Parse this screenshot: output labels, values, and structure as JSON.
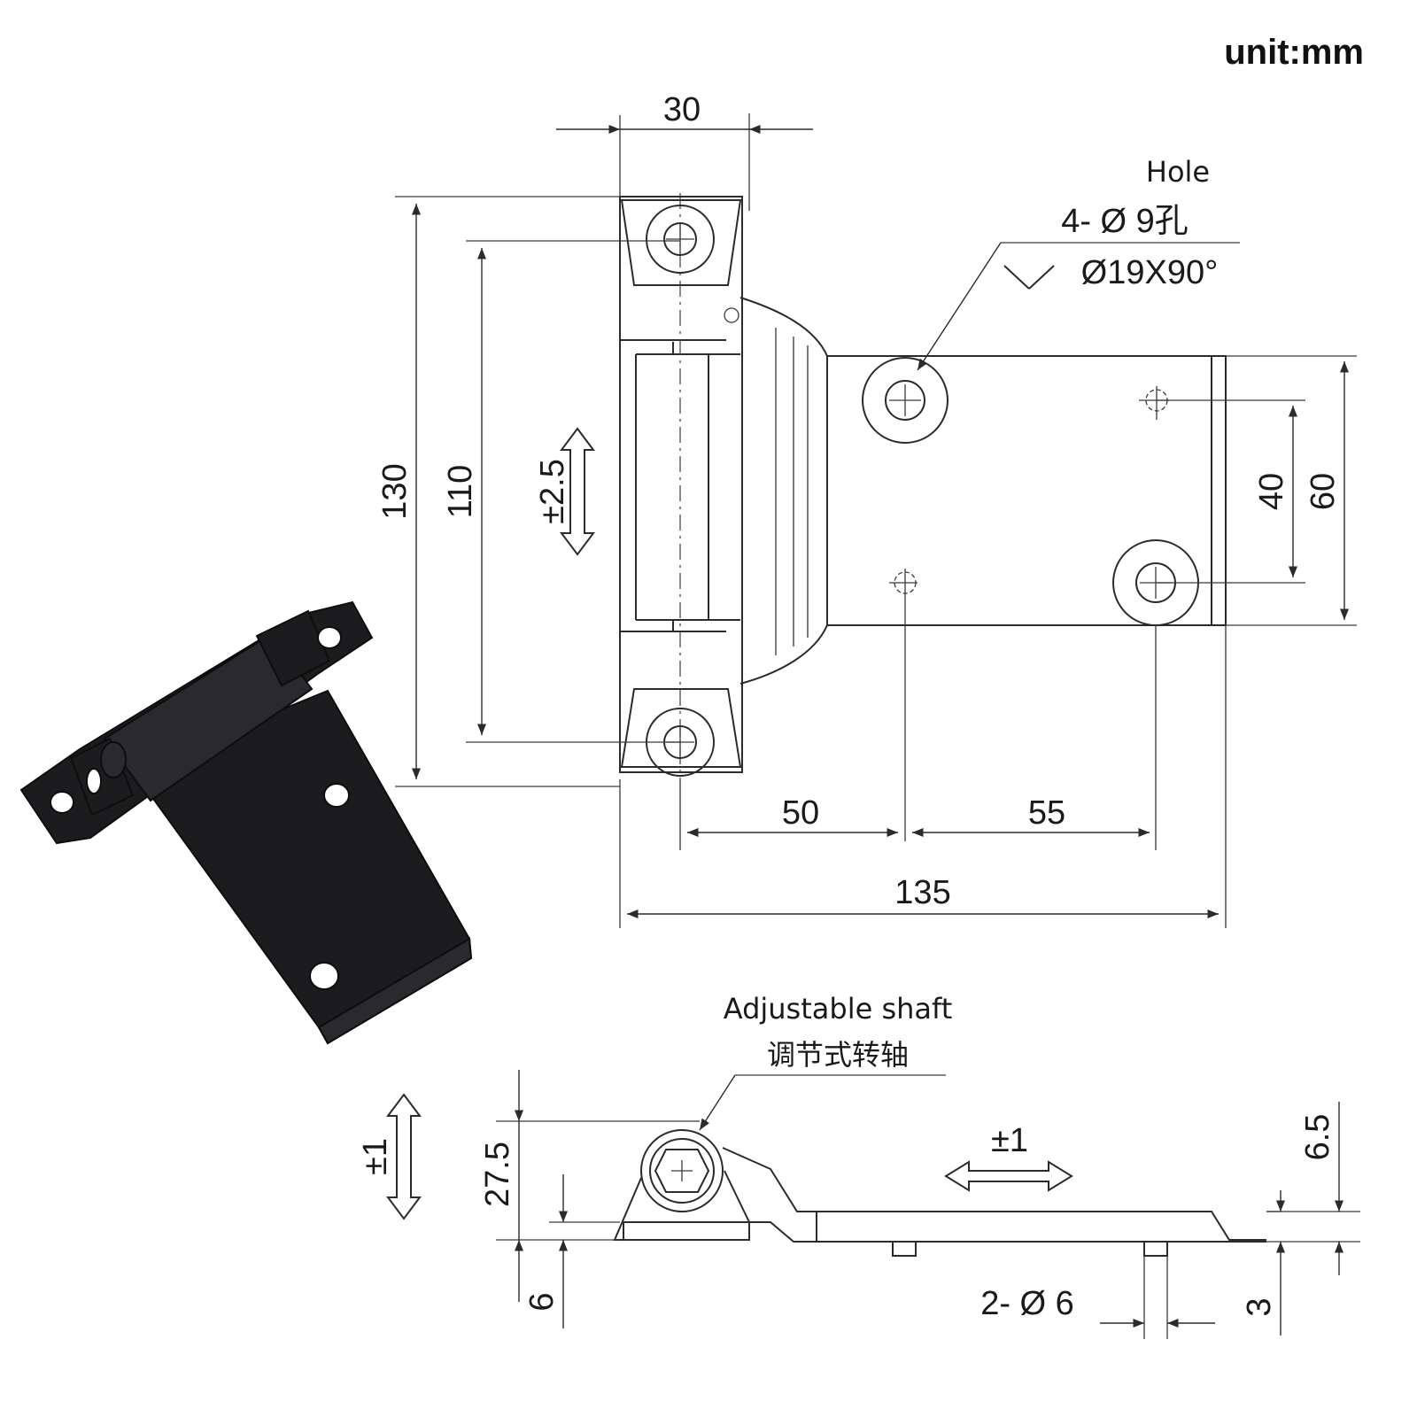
{
  "unit_label": "unit:mm",
  "top_view": {
    "width_30": "30",
    "height_130": "130",
    "height_110": "110",
    "adjust_pm_2_5": "±2.5",
    "hole_en": "Hole",
    "hole_spec": "4- Ø 9孔",
    "countersink_spec": "Ø19X90°",
    "dim_40": "40",
    "dim_60": "60",
    "dim_50": "50",
    "dim_55": "55",
    "dim_135": "135"
  },
  "side_view": {
    "shaft_en": "Adjustable shaft",
    "shaft_zh": "调节式转轴",
    "adjust_pm_1_vertical": "±1",
    "adjust_pm_1_horizontal": "±1",
    "dim_27_5": "27.5",
    "dim_6": "6",
    "dim_6_5": "6.5",
    "dim_3": "3",
    "pin_spec": "2- Ø 6"
  },
  "product_photo": {
    "color": "#1c1c1f",
    "description_icon": "black-hinge-product"
  }
}
